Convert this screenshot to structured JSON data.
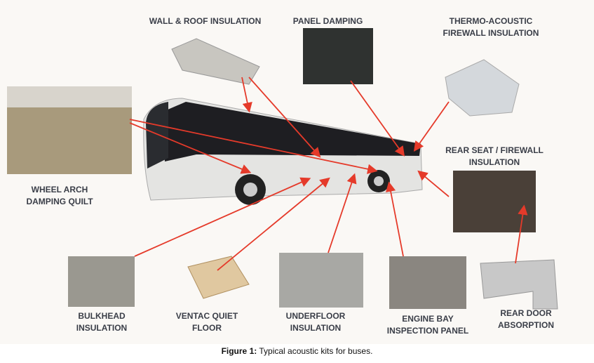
{
  "labels": {
    "wall_roof": "WALL & ROOF INSULATION",
    "panel_damping": "PANEL DAMPING",
    "thermo": "THERMO-ACOUSTIC\nFIREWALL INSULATION",
    "rear_seat": "REAR SEAT / FIREWALL\nINSULATION",
    "wheel_arch": "WHEEL ARCH\nDAMPING QUILT",
    "bulkhead": "BULKHEAD\nINSULATION",
    "ventac": "VENTAC QUIET\nFLOOR",
    "underfloor": "UNDERFLOOR\nINSULATION",
    "engine_bay": "ENGINE BAY\nINSPECTION PANEL",
    "rear_door": "REAR DOOR\nABSORPTION"
  },
  "caption": {
    "prefix": "Figure 1:",
    "text": " Typical acoustic kits for buses."
  },
  "colors": {
    "arrow": "#e53a2a"
  }
}
